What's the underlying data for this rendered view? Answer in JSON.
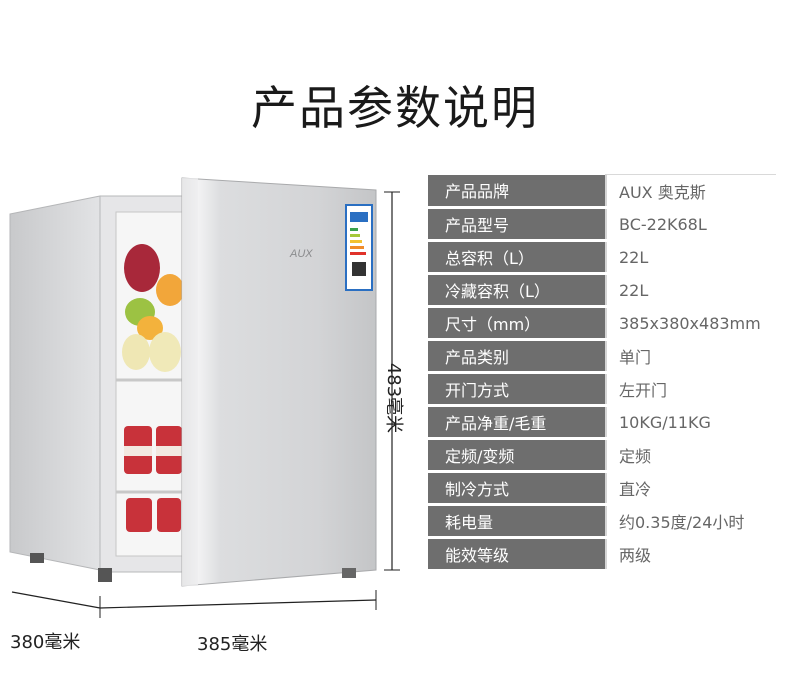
{
  "title": "产品参数说明",
  "brand_logo": "AUX",
  "dimensions": {
    "depth": "380毫米",
    "width": "385毫米",
    "height": "483毫米"
  },
  "specs": [
    {
      "key": "产品品牌",
      "value": "AUX 奥克斯"
    },
    {
      "key": "产品型号",
      "value": "BC-22K68L"
    },
    {
      "key": "总容积（L）",
      "value": "22L"
    },
    {
      "key": "冷藏容积（L）",
      "value": "22L"
    },
    {
      "key": "尺寸（mm）",
      "value": "385x380x483mm"
    },
    {
      "key": "产品类别",
      "value": "单门"
    },
    {
      "key": "开门方式",
      "value": "左开门"
    },
    {
      "key": "产品净重/毛重",
      "value": "10KG/11KG"
    },
    {
      "key": "定频/变频",
      "value": "定频"
    },
    {
      "key": "制冷方式",
      "value": "直冷"
    },
    {
      "key": "耗电量",
      "value": "约0.35度/24小时"
    },
    {
      "key": "能效等级",
      "value": "两级"
    }
  ],
  "colors": {
    "key_cell_bg": "#6e6e6e",
    "key_cell_text": "#ffffff",
    "value_text": "#666666",
    "fridge_silver": "#d9dadc"
  }
}
